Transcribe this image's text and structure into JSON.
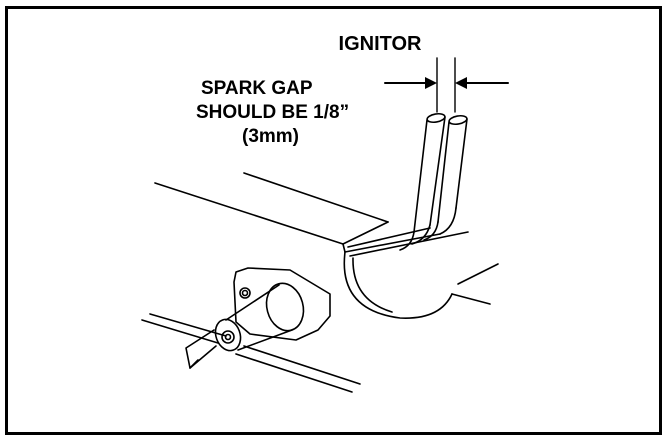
{
  "diagram": {
    "title_label": "IGNITOR",
    "gap_note": {
      "line1": "SPARK GAP",
      "line2": "SHOULD BE 1/8”",
      "line3": "(3mm)"
    },
    "colors": {
      "ink": "#000000",
      "paper": "#ffffff"
    }
  }
}
